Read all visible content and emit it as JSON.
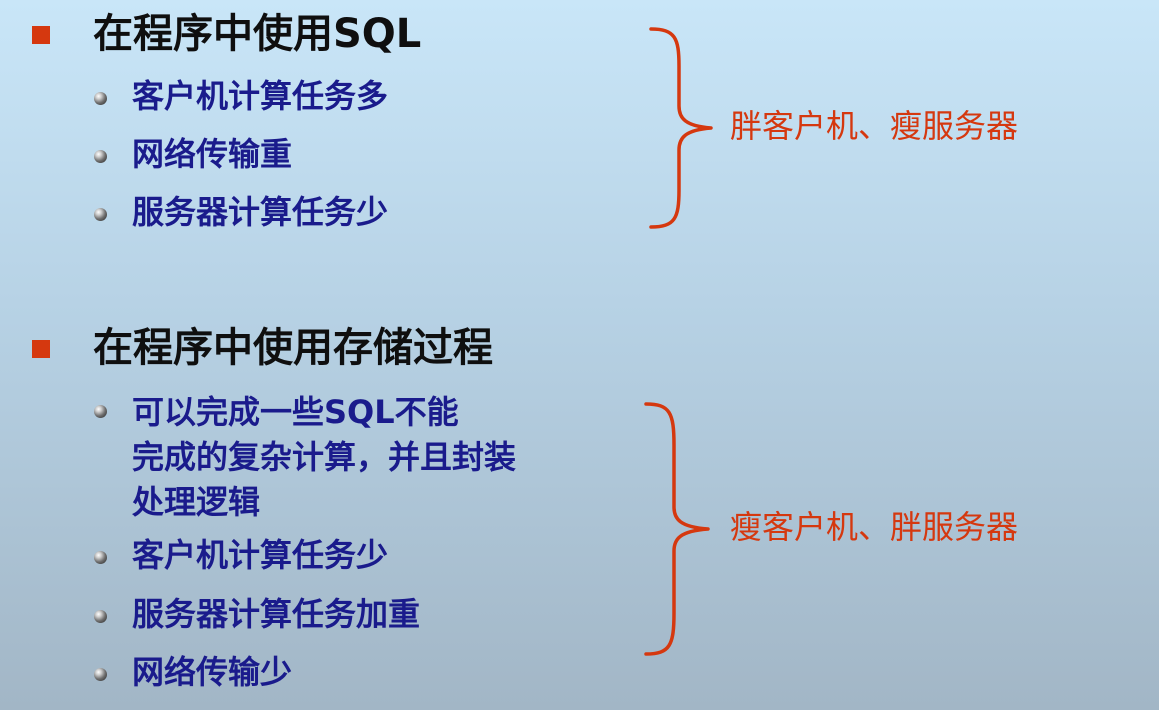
{
  "section1": {
    "title": "在程序中使用SQL",
    "items": [
      "客户机计算任务多",
      "网络传输重",
      "服务器计算任务少"
    ],
    "brace_label": "胖客户机、瘦服务器"
  },
  "section2": {
    "title": "在程序中使用存储过程",
    "first_item_lines": [
      "可以完成一些SQL不能",
      "完成的复杂计算，并且封装",
      "处理逻辑"
    ],
    "items": [
      "客户机计算任务少",
      "服务器计算任务加重",
      "网络传输少"
    ],
    "brace_label": "瘦客户机、胖服务器"
  },
  "colors": {
    "bullet_square": "#d5380f",
    "heading_text": "#0f0f0f",
    "sub_text": "#1a1b8c",
    "brace": "#d5380f",
    "brace_label": "#d5380f"
  },
  "icons": {
    "main_bullet": "square-bullet-icon",
    "sub_bullet": "sphere-bullet-icon",
    "brace": "curly-brace-icon"
  }
}
